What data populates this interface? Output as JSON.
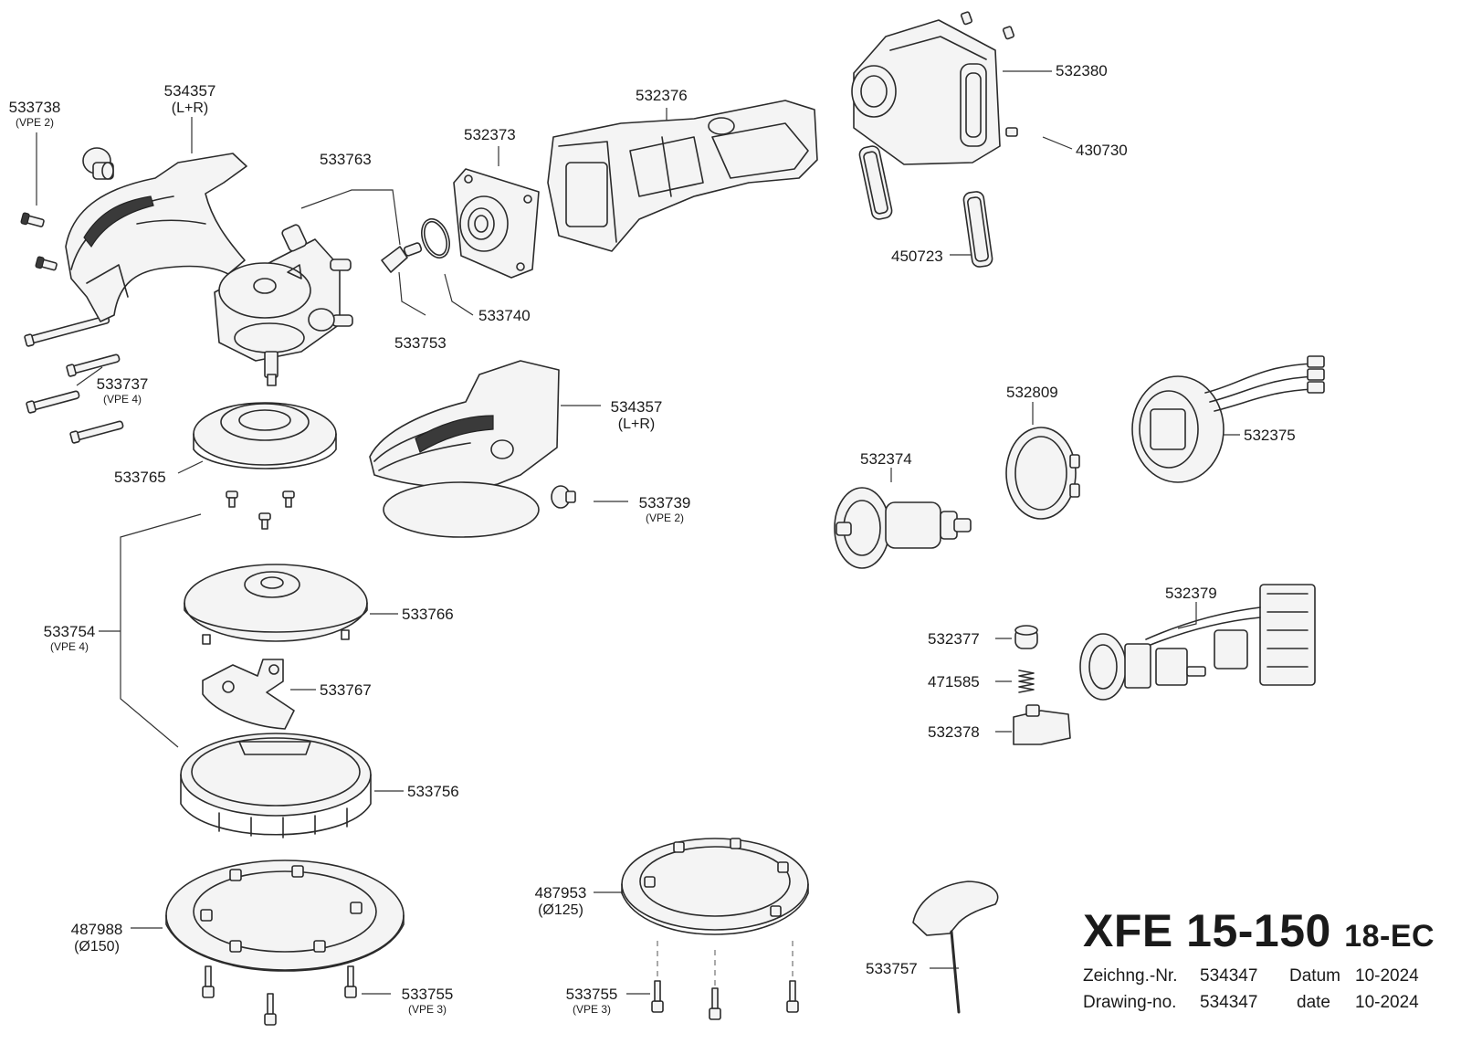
{
  "model": {
    "name": "XFE 15-150",
    "suffix": "18-EC"
  },
  "drawing_info": {
    "row1_label": "Zeichng.-Nr.",
    "row1_number": "534347",
    "row1_date_label": "Datum",
    "row1_date": "10-2024",
    "row2_label": "Drawing-no.",
    "row2_number": "534347",
    "row2_date_label": "date",
    "row2_date": "10-2024"
  },
  "parts": [
    {
      "id": "533738",
      "note": "(VPE 2)"
    },
    {
      "id": "534357",
      "note": "(L+R)"
    },
    {
      "id": "533763",
      "note": ""
    },
    {
      "id": "532373",
      "note": ""
    },
    {
      "id": "532376",
      "note": ""
    },
    {
      "id": "532380",
      "note": ""
    },
    {
      "id": "430730",
      "note": ""
    },
    {
      "id": "450723",
      "note": ""
    },
    {
      "id": "533753",
      "note": ""
    },
    {
      "id": "533740",
      "note": ""
    },
    {
      "id": "533737",
      "note": "(VPE 4)"
    },
    {
      "id": "534357",
      "note": "(L+R)"
    },
    {
      "id": "533765",
      "note": ""
    },
    {
      "id": "533739",
      "note": "(VPE 2)"
    },
    {
      "id": "532809",
      "note": ""
    },
    {
      "id": "532374",
      "note": ""
    },
    {
      "id": "532375",
      "note": ""
    },
    {
      "id": "533754",
      "note": "(VPE 4)"
    },
    {
      "id": "533766",
      "note": ""
    },
    {
      "id": "532379",
      "note": ""
    },
    {
      "id": "532377",
      "note": ""
    },
    {
      "id": "471585",
      "note": ""
    },
    {
      "id": "533767",
      "note": ""
    },
    {
      "id": "532378",
      "note": ""
    },
    {
      "id": "533756",
      "note": ""
    },
    {
      "id": "487953",
      "note": "(Ø125)"
    },
    {
      "id": "487988",
      "note": "(Ø150)"
    },
    {
      "id": "533757",
      "note": ""
    },
    {
      "id": "533755",
      "note": "(VPE 3)"
    },
    {
      "id": "533755",
      "note": "(VPE 3)"
    }
  ]
}
